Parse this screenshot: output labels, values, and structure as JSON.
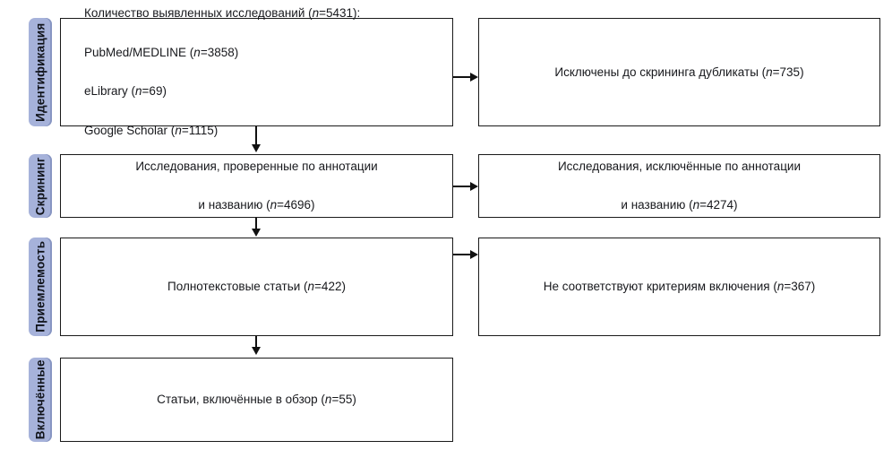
{
  "diagram": {
    "type": "prisma-flow-diagram",
    "language": "ru",
    "accent_color": "#a6b2da",
    "line_color": "#111111",
    "box_border_color": "#1a1a1a",
    "stages": [
      {
        "id": "identification",
        "label": "Идентификация"
      },
      {
        "id": "screening",
        "label": "Скрининг"
      },
      {
        "id": "eligibility",
        "label": "Приемлемость"
      },
      {
        "id": "included",
        "label": "Включённые"
      }
    ],
    "boxes": {
      "identified": {
        "line1": "Количество выявленных исследований (n=5431):",
        "line2": "PubMed/MEDLINE (n=3858)",
        "line3": "eLibrary (n=69)",
        "line4": "Google Scholar (n=1115)"
      },
      "duplicates_removed": {
        "text": "Исключены до скрининга дубликаты (n=735)"
      },
      "screened": {
        "line1": "Исследования, проверенные по аннотации",
        "line2": "и названию (n=4696)"
      },
      "screened_excluded": {
        "line1": "Исследования, исключённые по аннотации",
        "line2": "и названию (n=4274)"
      },
      "fulltext": {
        "text": "Полнотекстовые статьи (n=422)"
      },
      "fulltext_excluded": {
        "text": "Не соответствуют критериям включения (n=367)"
      },
      "included": {
        "text": "Статьи, включённые в обзор (n=55)"
      }
    },
    "counts": {
      "total_identified": 5431,
      "pubmed_medline": 3858,
      "elibrary": 69,
      "google_scholar": 1115,
      "duplicates_removed": 735,
      "screened": 4696,
      "screened_excluded": 4274,
      "fulltext_assessed": 422,
      "fulltext_excluded": 367,
      "included_in_review": 55
    }
  }
}
